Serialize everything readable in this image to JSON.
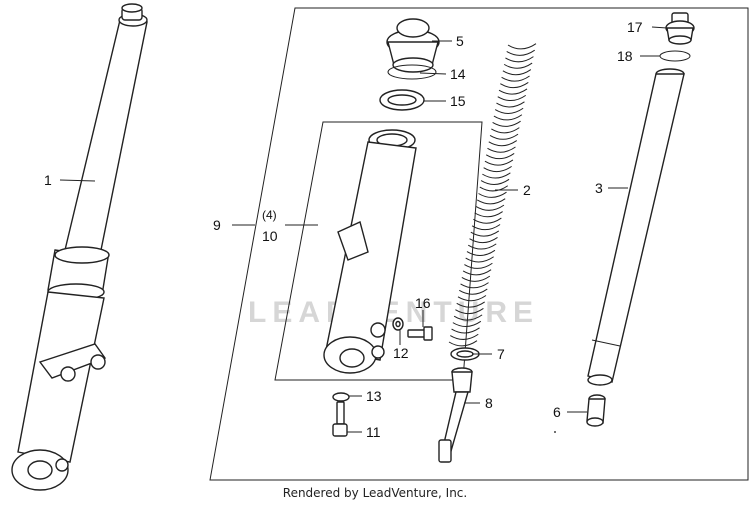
{
  "watermark": "LEADVENTURE",
  "footer": "Rendered by LeadVenture, Inc.",
  "callouts": {
    "p1": "1",
    "p2": "2",
    "p3": "3",
    "p4": "(4)",
    "p5": "5",
    "p6": "6",
    "p7": "7",
    "p8": "8",
    "p9": "9",
    "p10": "10",
    "p11": "11",
    "p12": "12",
    "p13": "13",
    "p14": "14",
    "p15": "15",
    "p16": "16",
    "p17": "17",
    "p18": "18"
  }
}
